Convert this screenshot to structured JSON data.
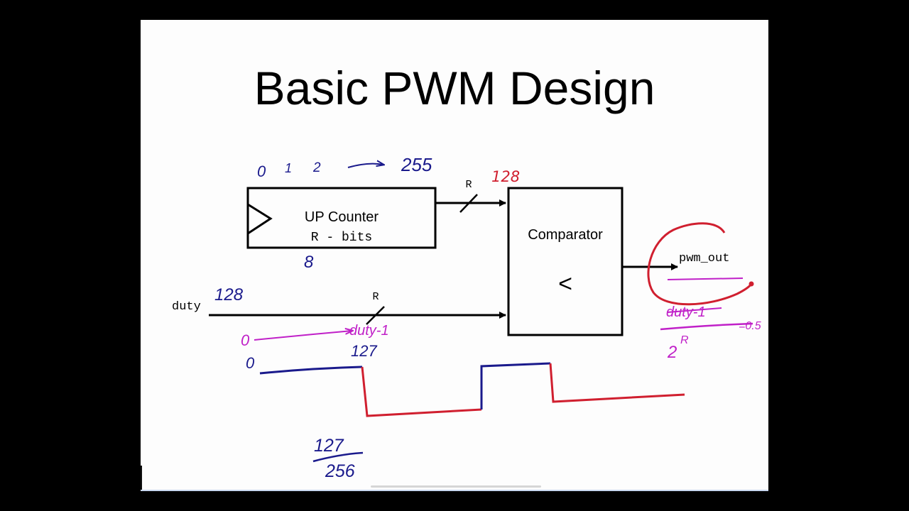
{
  "title": "Basic PWM Design",
  "blocks": {
    "counter": {
      "name": "UP Counter",
      "subtitle": "R - bits"
    },
    "comparator": {
      "name": "Comparator",
      "symbol": "<"
    }
  },
  "signals": {
    "duty": "duty",
    "pwm_out": "pwm_out",
    "bus_width_top": "R",
    "bus_width_bottom": "R"
  },
  "annotations": {
    "count_0": "0",
    "count_1": "1",
    "count_2": "2",
    "count_255": "255",
    "counter_bits": "8",
    "comparator_in": "128",
    "duty_value": "128",
    "ramp_start": "0",
    "ramp_end": "duty-1",
    "wave_start": "0",
    "wave_mark": "127",
    "fraction_num": "127",
    "fraction_den": "256",
    "ratio_num": "duty-1",
    "ratio_den_base": "2",
    "ratio_den_exp": "R",
    "ratio_eq": "=0.5"
  },
  "colors": {
    "ink_blue": "#1a1a8c",
    "ink_red": "#d01f2f",
    "ink_magenta": "#c020c8",
    "line": "#000000"
  }
}
